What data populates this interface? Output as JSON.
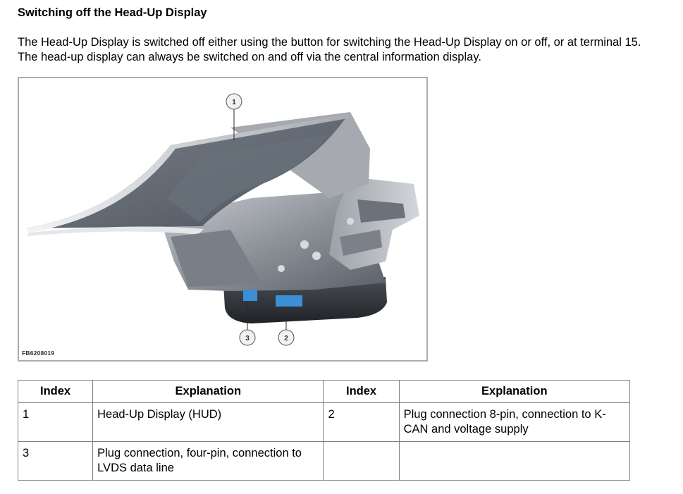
{
  "heading": "Switching off the Head-Up Display",
  "intro": "The Head-Up Display is switched off either using the button for switching the Head-Up Display on or off, or at terminal 15. The head-up display can always be switched on and off via the central information display.",
  "figure": {
    "code": "FB6208019",
    "callouts": [
      "1",
      "3",
      "2"
    ],
    "colors": {
      "housing": "#8d9299",
      "screen": "#5f6670",
      "connector": "#3a8fd6"
    }
  },
  "table": {
    "headers": [
      "Index",
      "Explanation",
      "Index",
      "Explanation"
    ],
    "rows": [
      [
        "1",
        "Head-Up Display (HUD)",
        "2",
        "Plug connection 8-pin, connection to K-CAN and voltage supply"
      ],
      [
        "3",
        "Plug connection, four-pin, connection to LVDS data line",
        "",
        ""
      ]
    ]
  }
}
